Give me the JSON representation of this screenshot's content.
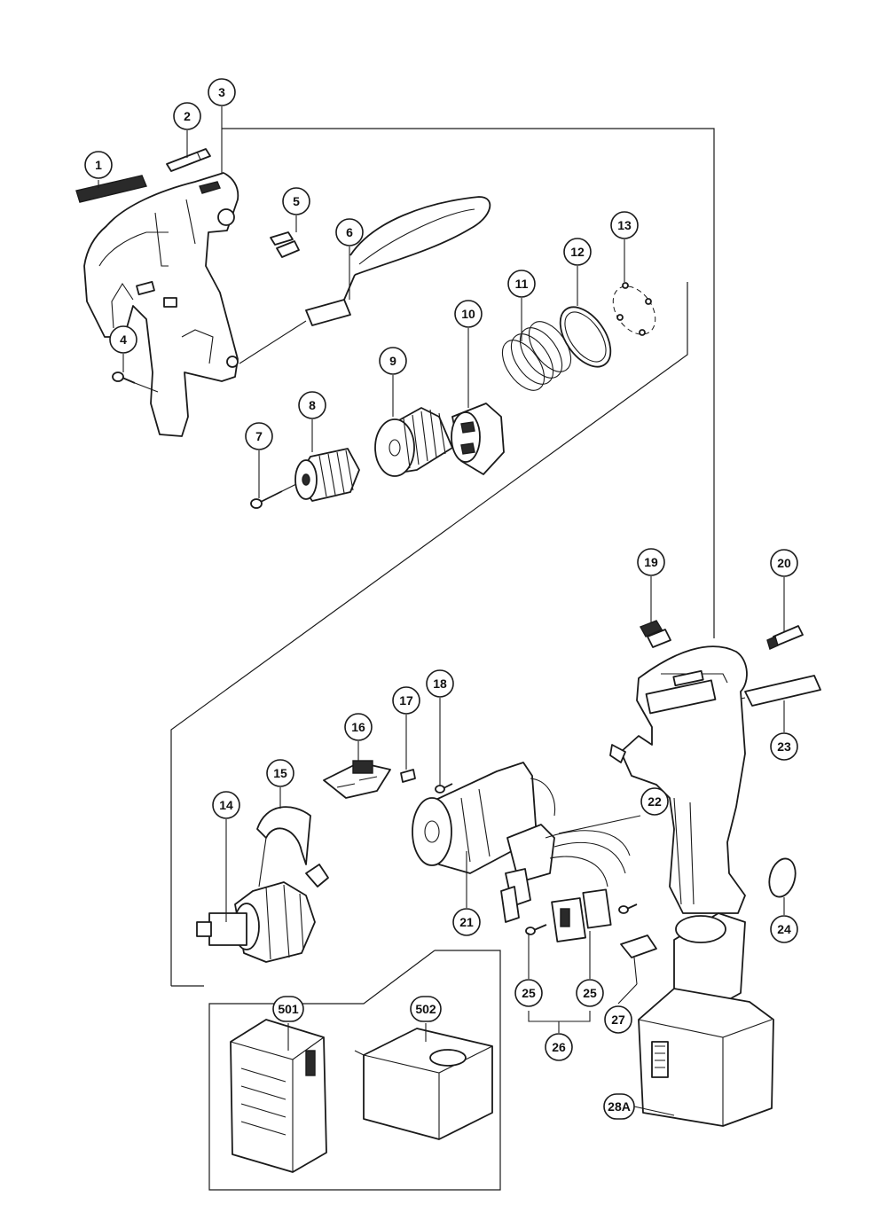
{
  "callouts": [
    {
      "id": "1",
      "label": "1"
    },
    {
      "id": "2",
      "label": "2"
    },
    {
      "id": "3",
      "label": "3"
    },
    {
      "id": "4",
      "label": "4"
    },
    {
      "id": "5",
      "label": "5"
    },
    {
      "id": "6",
      "label": "6"
    },
    {
      "id": "7",
      "label": "7"
    },
    {
      "id": "8",
      "label": "8"
    },
    {
      "id": "9",
      "label": "9"
    },
    {
      "id": "10",
      "label": "10"
    },
    {
      "id": "11",
      "label": "11"
    },
    {
      "id": "12",
      "label": "12"
    },
    {
      "id": "13",
      "label": "13"
    },
    {
      "id": "14",
      "label": "14"
    },
    {
      "id": "15",
      "label": "15"
    },
    {
      "id": "16",
      "label": "16"
    },
    {
      "id": "17",
      "label": "17"
    },
    {
      "id": "18",
      "label": "18"
    },
    {
      "id": "19",
      "label": "19"
    },
    {
      "id": "20",
      "label": "20"
    },
    {
      "id": "21",
      "label": "21"
    },
    {
      "id": "22",
      "label": "22"
    },
    {
      "id": "23",
      "label": "23"
    },
    {
      "id": "24",
      "label": "24"
    },
    {
      "id": "25a",
      "label": "25"
    },
    {
      "id": "25b",
      "label": "25"
    },
    {
      "id": "26",
      "label": "26"
    },
    {
      "id": "27",
      "label": "27"
    },
    {
      "id": "28A",
      "label": "28A"
    },
    {
      "id": "501",
      "label": "501"
    },
    {
      "id": "502",
      "label": "502"
    }
  ]
}
